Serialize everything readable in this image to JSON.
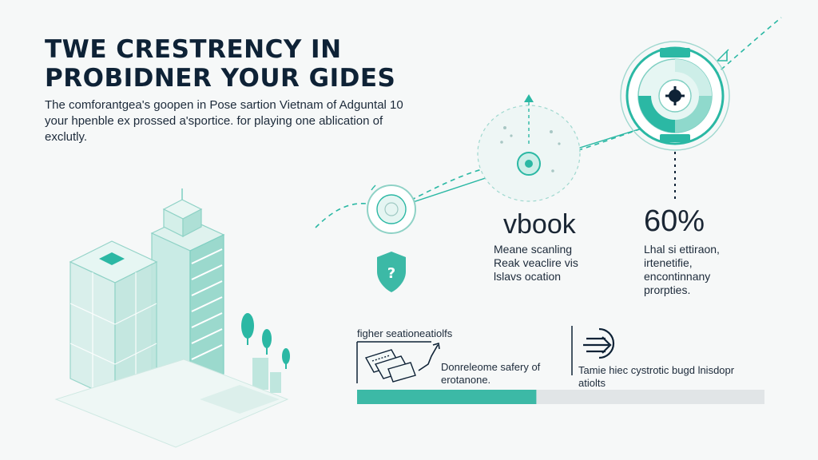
{
  "header": {
    "title_line1": "TWE CRESTRENCY IN",
    "title_line2": "PROBIDNER YOUR GIDES",
    "subtitle": "The comforantgea's goopen in Pose sartion Vietnam of Adguntal 10 your hpenble ex prossed a'sportice. for playing one ablication of exclutly."
  },
  "stats": {
    "vbook": {
      "value": "vbook",
      "lines": [
        "Meane scanling",
        "Reak veaclire vis",
        "lslavs ocation"
      ]
    },
    "percent": {
      "value": "60%",
      "lines": [
        "Lhal si ettiraon,",
        "irtenetifie,",
        "encontinnany",
        "prorpties."
      ]
    }
  },
  "bottom": {
    "section_label": "figher seationeatiolfs",
    "card_left_lines": [
      "Donreleome safery of",
      "erotanone."
    ],
    "card_right_lines": [
      "Tamie hiec cystrotic bugd lnisdopr",
      "atiolts"
    ],
    "progress": 0.44
  },
  "icons": [
    "shield-question-icon",
    "gear-icon",
    "arrow-login-icon",
    "money-bills-icon",
    "trend-up-icon"
  ],
  "colors": {
    "accent": "#2bb8a4",
    "accent_light": "#bfe8e0",
    "dark": "#0e2236",
    "track": "#e1e5e7"
  }
}
